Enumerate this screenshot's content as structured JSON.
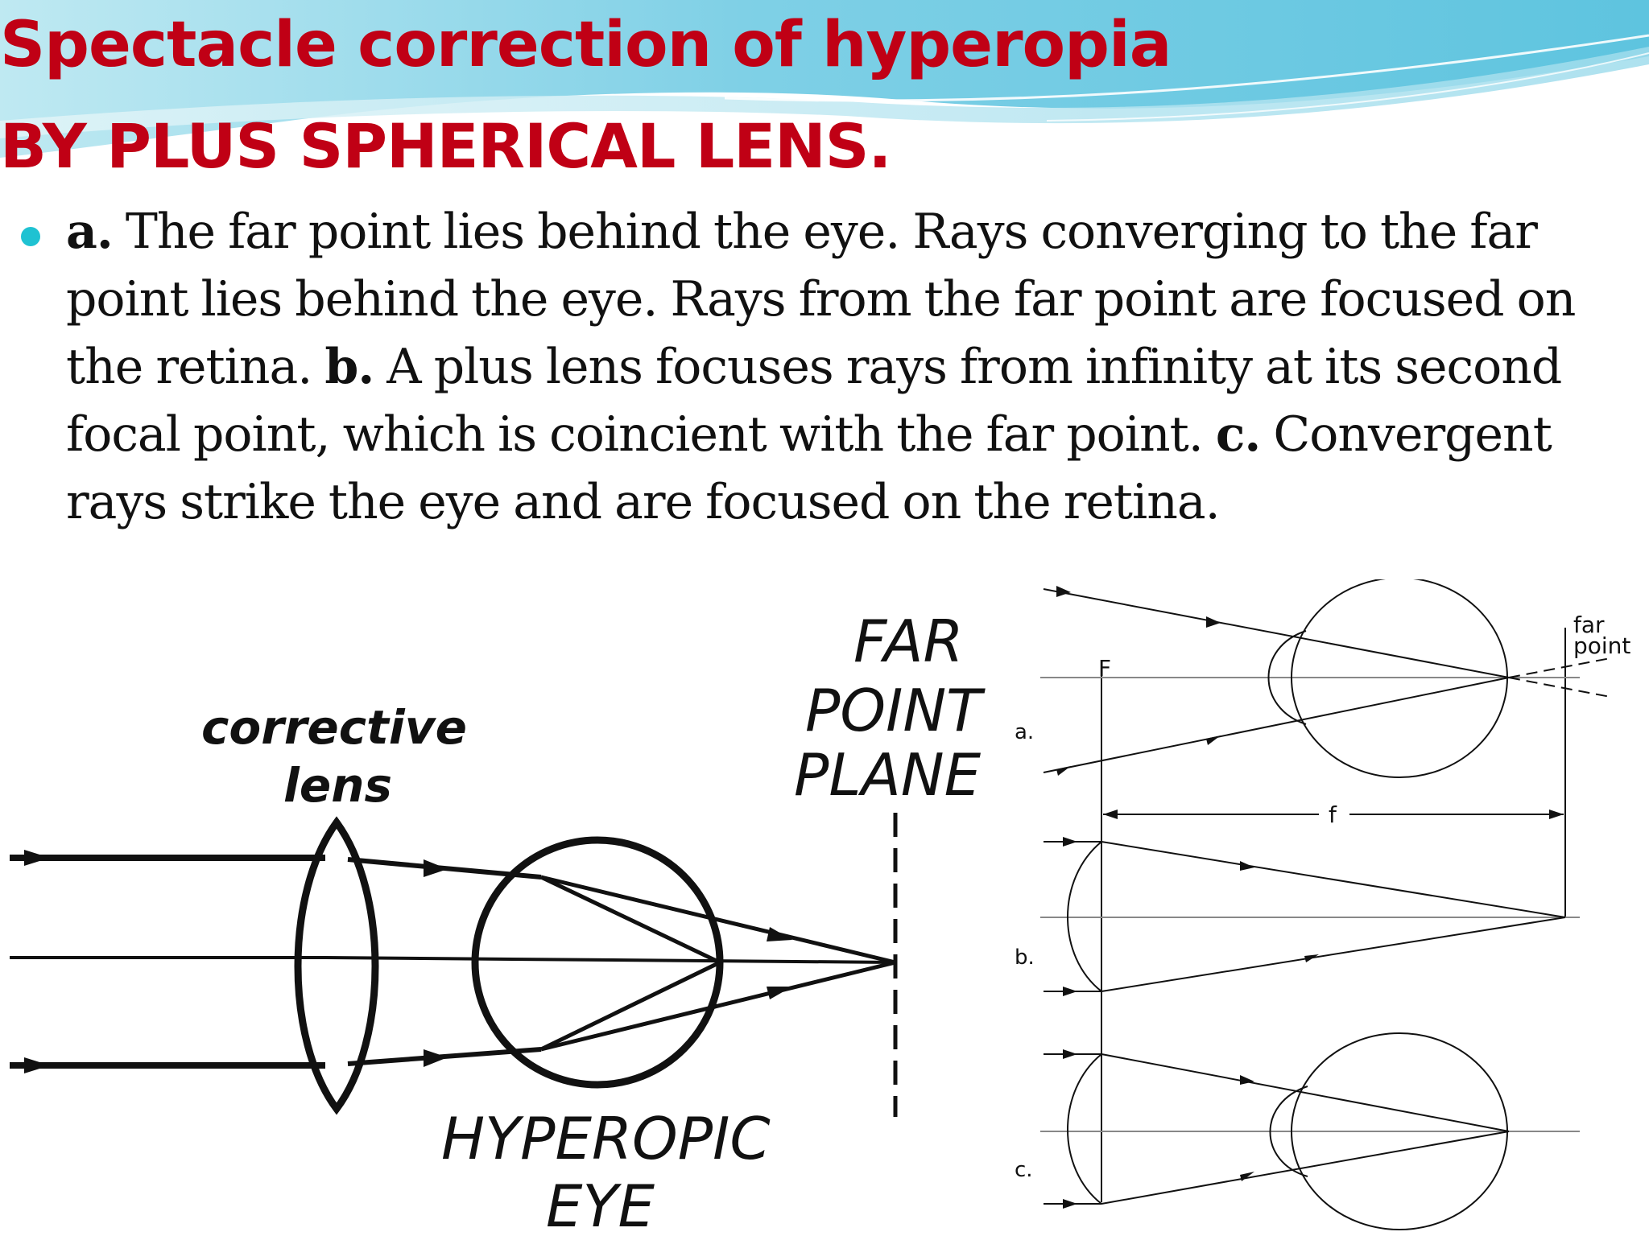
{
  "slide": {
    "title_line1": "Spectacle correction of hyperopia",
    "title_line2": "BY PLUS SPHERICAL LENS.",
    "title_color": "#c00015",
    "bullet_color": "#1fc2d2",
    "body": {
      "a_marker": "a.",
      "a_text": " The far point lies behind the eye. Rays converging to the far point lies behind the eye. Rays from the far point are focused on the retina. ",
      "b_marker": "b.",
      "b_text": " A plus lens focuses rays from infinity at its second focal point, which is coincient with the far point. ",
      "c_marker": "c.",
      "c_text": " Convergent rays strike the eye and are focused on the retina."
    }
  },
  "diagram_left": {
    "corrective_lens_line1": "corrective",
    "corrective_lens_line2": "lens",
    "far_point_line1": "FAR",
    "far_point_line2": "POINT",
    "far_point_line3": "PLANE",
    "hyperopic_line1": "HYPEROPIC",
    "hyperopic_line2": "EYE"
  },
  "diagram_right": {
    "far_point_line1": "far",
    "far_point_line2": "point",
    "focal_label": "F",
    "focal_length_label": "f",
    "panel_a": "a.",
    "panel_b": "b.",
    "panel_c": "c."
  }
}
